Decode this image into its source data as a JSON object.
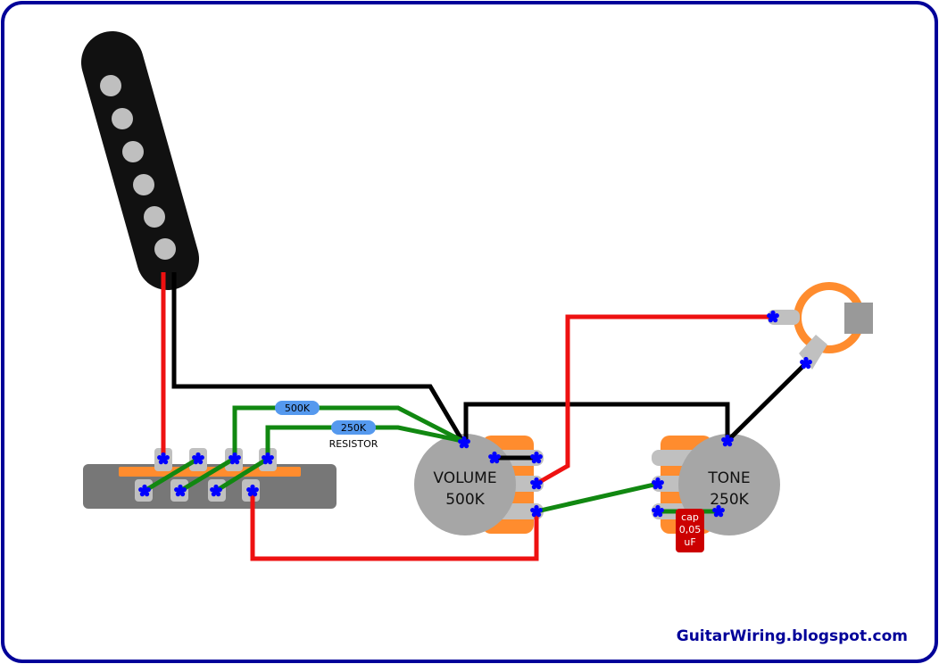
{
  "labels": {
    "volume_pot": "VOLUME",
    "volume_value": "500K",
    "tone_pot": "TONE",
    "tone_value": "250K",
    "resistor_1": "500K",
    "resistor_2": "250K",
    "resistor_caption": "RESISTOR",
    "cap_line1": "cap",
    "cap_line2": "0,05",
    "cap_line3": "uF",
    "website": "GuitarWiring.blogspot.com"
  },
  "colors": {
    "frame": "#000099",
    "hot_wire": "#ee1111",
    "ground_wire": "#000000",
    "jumper_wire": "#118811",
    "pot_body": "#a6a6a6",
    "pot_lug_accent": "#ff8c2e",
    "lug": "#c0c0c0",
    "solder_point": "#0000ff",
    "pickup_body": "#111111",
    "pole_piece": "#bfbfbf",
    "switch_body": "#777777",
    "resistor": "#5599ee",
    "capacitor": "#cc0000",
    "website_text": "#000099"
  }
}
